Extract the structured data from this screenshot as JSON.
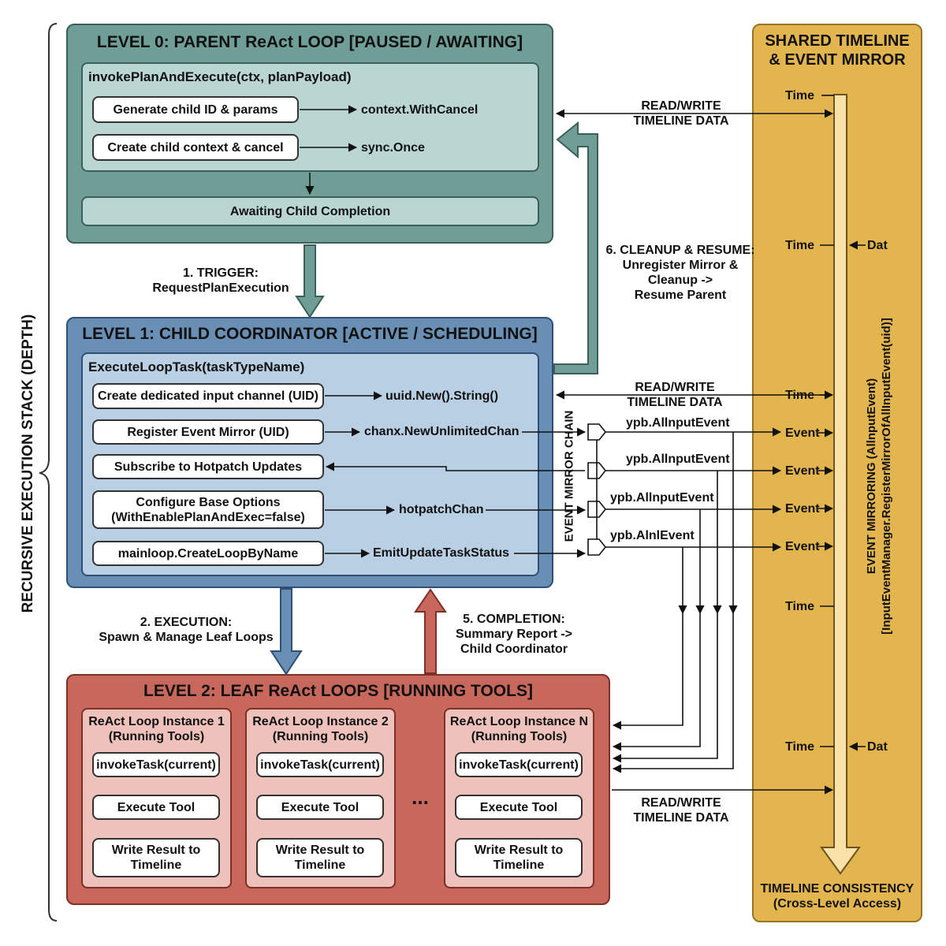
{
  "side_label": "RECURSIVE EXECUTION STACK (DEPTH)",
  "level0": {
    "title": "LEVEL 0: PARENT ReAct LOOP [PAUSED / AWAITING]",
    "func": "invokePlanAndExecute(ctx, planPayload)",
    "steps": [
      {
        "label": "Generate child ID & params",
        "target": "context.WithCancel"
      },
      {
        "label": "Create child context & cancel",
        "target": "sync.Once"
      }
    ],
    "awaiting": "Awaiting Child Completion"
  },
  "level1": {
    "title": "LEVEL 1: CHILD COORDINATOR [ACTIVE / SCHEDULING]",
    "func": "ExecuteLoopTask(taskTypeName)",
    "steps": [
      {
        "label": "Create dedicated input channel (UID)",
        "target": "uuid.New().String()"
      },
      {
        "label": "Register Event Mirror (UID)",
        "target": "chanx.NewUnlimitedChan"
      },
      {
        "label": "Subscribe to Hotpatch Updates",
        "target": ""
      },
      {
        "label": "Configure Base Options\n(WithEnablePlanAndExec=false)",
        "target": "hotpatchChan"
      },
      {
        "label": "mainloop.CreateLoopByName",
        "target": "EmitUpdateTaskStatus"
      }
    ]
  },
  "level2": {
    "title": "LEVEL 2: LEAF ReAct LOOPS [RUNNING TOOLS]",
    "instances": [
      {
        "name": "ReAct Loop Instance 1\n(Running Tools)",
        "steps": [
          "invokeTask(current)",
          "Execute Tool",
          "Write Result to\nTimeline"
        ]
      },
      {
        "name": "ReAct Loop Instance 2\n(Running Tools)",
        "steps": [
          "invokeTask(current)",
          "Execute Tool",
          "Write Result to\nTimeline"
        ]
      },
      {
        "name": "ReAct Loop Instance N\n(Running Tools)",
        "steps": [
          "invokeTask(current)",
          "Execute Tool",
          "Write Result to\nTimeline"
        ]
      }
    ],
    "ellipsis": "..."
  },
  "flows": {
    "trigger": "1. TRIGGER:\nRequestPlanExecution",
    "execution": "2. EXECUTION:\nSpawn & Manage Leaf Loops",
    "completion": "5. COMPLETION:\nSummary Report ->\nChild Coordinator",
    "cleanup": "6. CLEANUP & RESUME:\nUnregister Mirror &\nCleanup ->\nResume Parent",
    "readwrite": "READ/WRITE\nTIMELINE DATA"
  },
  "event_chain": {
    "label": "EVENT MIRROR CHAIN",
    "events": [
      "ypb.AllnputEvent",
      "ypb.AllnputEvent",
      "ypb.AllnputEvent",
      "ypb.AlnlEvent"
    ]
  },
  "timeline": {
    "title": "SHARED TIMELINE\n& EVENT MIRROR",
    "mirror_label": "EVENT MIRRORING (AllnputEvent)\n[InputEventManager.RegisterMirrorOfAllInputEvent(uid)]",
    "time_label": "Time",
    "dat_label": "Dat",
    "event_label": "Event",
    "footer": "TIMELINE CONSISTENCY\n(Cross-Level Access)"
  },
  "colors": {
    "level0_bg": "#6f9e96",
    "level0_inner": "#b9d6d2",
    "level1_bg": "#6a8fb5",
    "level1_inner": "#b9cfe3",
    "level2_bg": "#c8675c",
    "level2_inner": "#eec2bb",
    "timeline_bg": "#e3b54f",
    "timeline_bar": "#f8e2a7"
  }
}
